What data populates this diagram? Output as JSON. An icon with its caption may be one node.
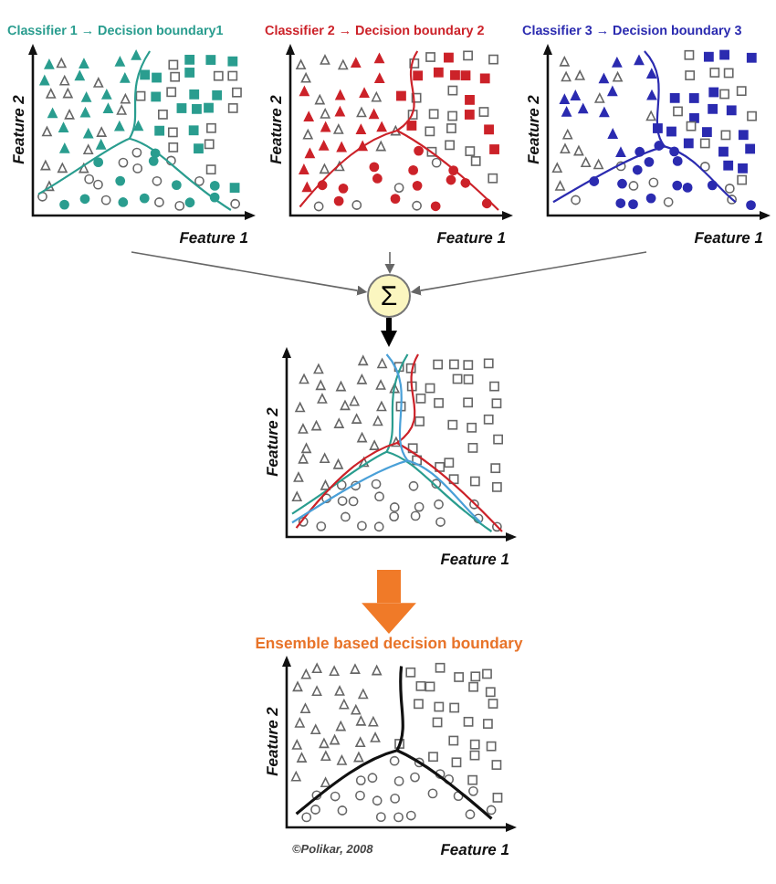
{
  "diagram": {
    "nodes": [
      {
        "text": [
          "Classifier 1 → Decision boundary1",
          "Feature 2",
          "Feature 1"
        ]
      },
      {
        "text": [
          "Classifier 2 → Decision boundary 2",
          "Feature 2",
          "Feature 1"
        ]
      },
      {
        "text": [
          "Classifier 3 → Decision boundary 3",
          "Feature 2",
          "Feature 1"
        ]
      },
      {
        "text": [
          "Σ"
        ]
      },
      {
        "text": [
          "Feature 2",
          "Feature 1"
        ]
      },
      {
        "text": [
          "Ensemble based decision boundary",
          "Feature 2",
          "Feature 1"
        ]
      }
    ],
    "edges": [
      {
        "from": 0,
        "to": 3,
        "arrow": "to"
      },
      {
        "from": 1,
        "to": 3,
        "arrow": "to"
      },
      {
        "from": 2,
        "to": 3,
        "arrow": "to"
      },
      {
        "from": 3,
        "to": 4,
        "arrow": "to",
        "style": "thick",
        "color": "#000000"
      },
      {
        "from": 4,
        "to": 5,
        "arrow": "to",
        "style": "thick",
        "color": "#f07a28"
      }
    ],
    "labels": [
      "©Polikar, 2008"
    ]
  }
}
